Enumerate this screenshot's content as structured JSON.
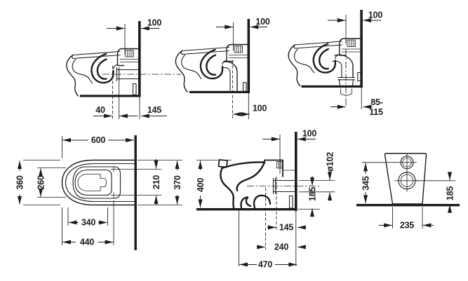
{
  "colors": {
    "line": "#1c1c1c",
    "background": "#ffffff"
  },
  "views": {
    "v1_side_horizontal_outlet": {
      "wall_distance": "100",
      "outlet_offset": "40",
      "wall_clearance": "145"
    },
    "v2_side_vertical_outlet": {
      "wall_distance": "100",
      "drain_from_wall": "100"
    },
    "v3_side_adjustable_outlet": {
      "wall_distance": "100",
      "drain_range_line1": "85-",
      "drain_range_line2": "115"
    },
    "v4_plan": {
      "depth": "600",
      "width": "360",
      "seat_width": "260",
      "fixing_span": "340",
      "front_to_fixing": "440",
      "hinge_span": "210",
      "outer_span": "370"
    },
    "v5_side_elevation": {
      "wall_distance": "100",
      "height": "400",
      "outlet_diameter": "ø102",
      "outlet_height": "185",
      "trap_to_wall": "145",
      "drain_to_wall": "240",
      "base_depth": "470"
    },
    "v6_front_elevation": {
      "height_to_inlet": "345",
      "outlet_height": "185",
      "base_width": "235"
    }
  }
}
